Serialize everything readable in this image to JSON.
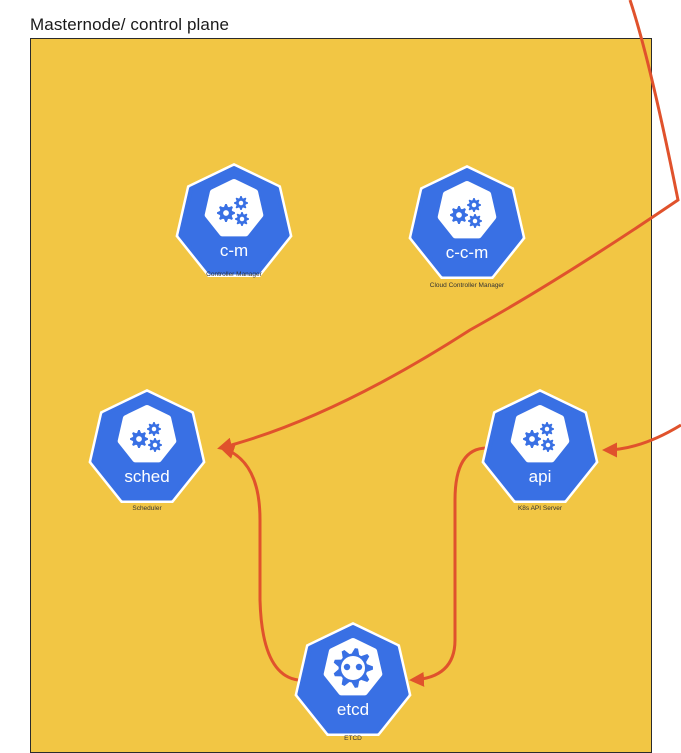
{
  "title": "Masternode/ control plane",
  "colors": {
    "background": "#f2c644",
    "node_fill": "#3970e4",
    "node_border": "#ffffff",
    "arrow": "#e0522c"
  },
  "nodes": [
    {
      "id": "cm",
      "abbr": "c-m",
      "caption": "Controller Manager",
      "icon": "gears-icon"
    },
    {
      "id": "ccm",
      "abbr": "c-c-m",
      "caption": "Cloud Controller Manager",
      "icon": "gears-icon"
    },
    {
      "id": "sched",
      "abbr": "sched",
      "caption": "Scheduler",
      "icon": "gears-icon"
    },
    {
      "id": "api",
      "abbr": "api",
      "caption": "K8s API Server",
      "icon": "gears-icon"
    },
    {
      "id": "etcd",
      "abbr": "etcd",
      "caption": "ETCD",
      "icon": "etcd-icon"
    }
  ],
  "arrows": [
    {
      "from": "external",
      "to": "sched"
    },
    {
      "from": "external",
      "to": "api"
    },
    {
      "from": "etcd",
      "to": "sched"
    },
    {
      "from": "api",
      "to": "etcd"
    }
  ]
}
